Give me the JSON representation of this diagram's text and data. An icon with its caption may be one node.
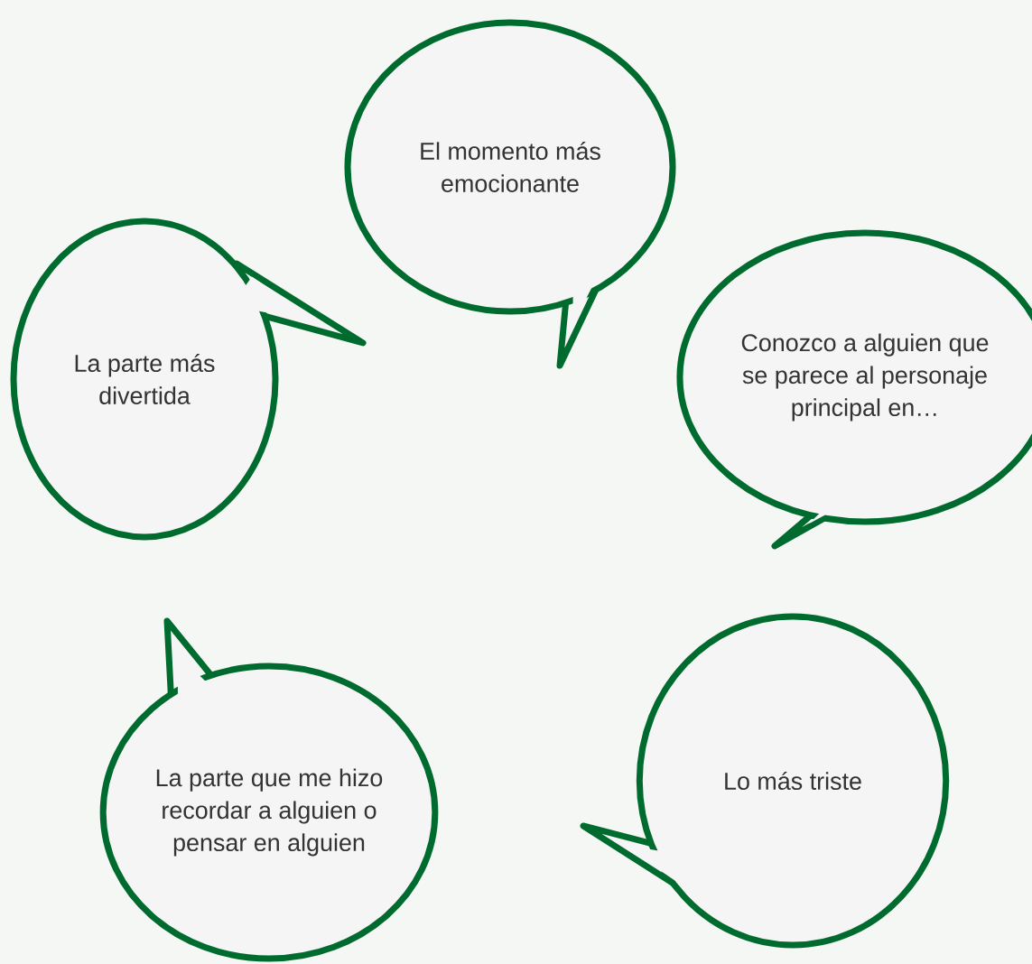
{
  "diagram": {
    "nodes": [
      {
        "text": [
          "El momento más emocionante"
        ]
      },
      {
        "text": [
          "La parte más divertida"
        ]
      },
      {
        "text": [
          "Conozco a alguien que se parece al personaje principal en…"
        ]
      },
      {
        "text": [
          "La parte que me hizo recordar a alguien o pensar en alguien"
        ]
      },
      {
        "text": [
          "Lo más triste"
        ]
      }
    ]
  }
}
